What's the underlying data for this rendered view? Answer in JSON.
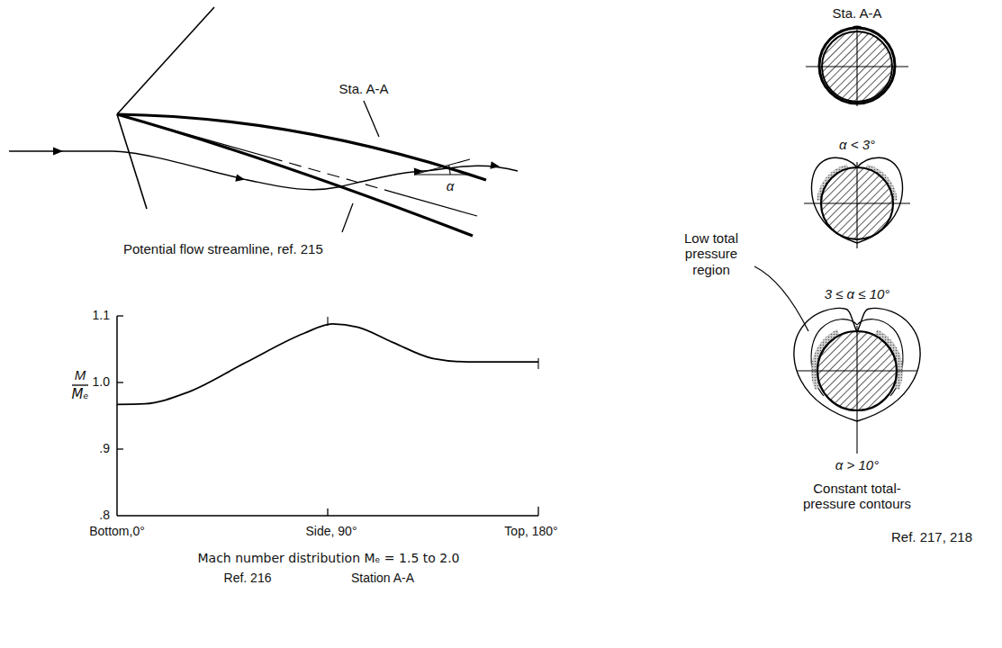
{
  "diagram": {
    "labels": [
      "Sta. A-A",
      "α",
      "Potential flow streamline, ref. 215",
      "1.1",
      "1.0",
      ".9",
      ".8",
      "M",
      "Mₑ",
      "Bottom,0°",
      "Side, 90°",
      "Top, 180°",
      "Mach number distribution Mₑ = 1.5 to 2.0",
      "Ref. 216",
      "Station A-A",
      "Sta. A-A",
      "α < 3°",
      "3 ≤ α ≤ 10°",
      "α > 10°",
      "Low total pressure region",
      "Constant total-pressure contours",
      "Ref. 217, 218"
    ]
  }
}
